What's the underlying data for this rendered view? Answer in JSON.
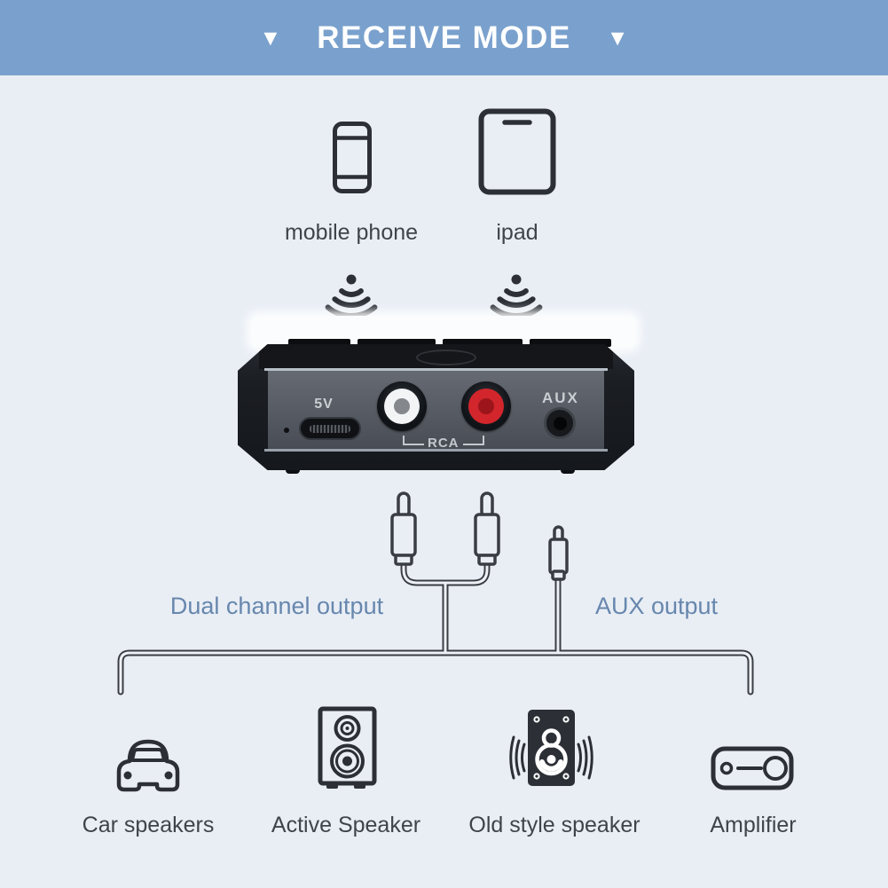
{
  "banner": {
    "left_arrow": "▼",
    "title": "RECEIVE MODE",
    "right_arrow": "▼"
  },
  "sources": [
    {
      "label": "mobile phone",
      "icon": "smartphone-icon"
    },
    {
      "label": "ipad",
      "icon": "tablet-icon"
    }
  ],
  "receiver": {
    "power_port_label": "5V",
    "rca_group_label": "RCA",
    "aux_port_label": "AUX"
  },
  "outputs": {
    "dual_channel_label": "Dual channel output",
    "aux_label": "AUX output"
  },
  "destinations": [
    {
      "label": "Car speakers",
      "icon": "car-icon"
    },
    {
      "label": "Active Speaker",
      "icon": "bookshelf-speaker-icon"
    },
    {
      "label": "Old style speaker",
      "icon": "vibrating-speaker-icon"
    },
    {
      "label": "Amplifier",
      "icon": "amplifier-icon"
    }
  ],
  "colors": {
    "banner_bg": "#7aa1cd",
    "page_bg": "#e9eef5",
    "icon_dark": "#2c3036",
    "label_text": "#3f444b",
    "blue_text": "#6787ad",
    "rca_white": "#f2f4f6",
    "rca_red": "#d2262c",
    "panel_gray": "#585c64"
  }
}
